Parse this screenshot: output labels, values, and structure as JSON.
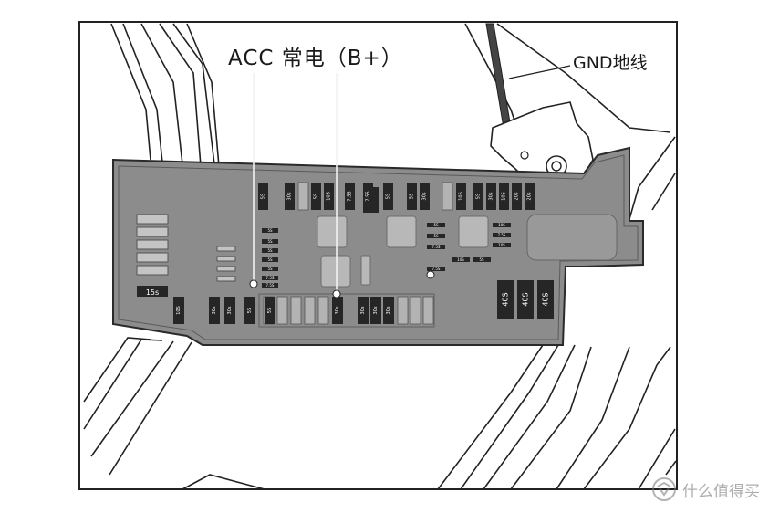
{
  "labels": {
    "acc_constant": "ACC 常电（B+）",
    "ground": "GND地线"
  },
  "fuses": {
    "top_row": [
      "5S",
      "30s",
      "5S",
      "10S",
      "7.5S",
      "30s",
      "7.5S",
      "5S",
      "5S",
      "30s",
      "10S",
      "5S",
      "30s",
      "10S",
      "20s",
      "20s"
    ],
    "center_small": [
      "5S",
      "5S",
      "5S",
      "5S",
      "5S",
      "7.5S",
      "7.5S"
    ],
    "right_small": [
      "5S",
      "10S",
      "7.5S",
      "5S",
      "10S",
      "10S",
      "5S",
      "7.5S",
      "7.5S"
    ],
    "lower_left_block": "15s",
    "lower_left": [
      "10S",
      "30s",
      "30s",
      "5S",
      "5S"
    ],
    "lower_right": [
      "30s",
      "30s",
      "30s",
      "30s"
    ],
    "big_right": [
      "40S",
      "40S",
      "40S"
    ]
  },
  "colors": {
    "panel": "#8c8c8c",
    "fuse": "#262626",
    "slot": "#b3b3b3"
  },
  "watermark": {
    "text": "什么值得买"
  }
}
